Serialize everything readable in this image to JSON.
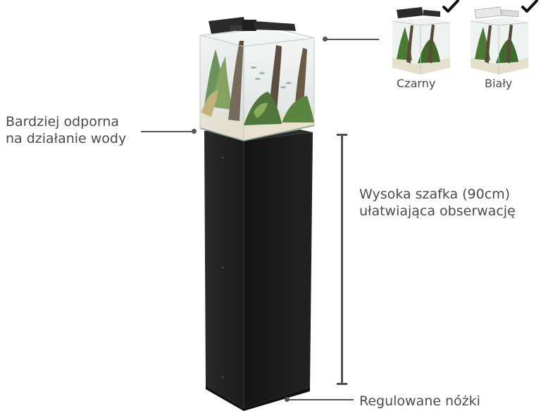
{
  "labels": {
    "water_resistant": [
      "Bardziej odporna",
      "na działanie wody"
    ],
    "tall_cabinet": [
      "Wysoka szafka (90cm)",
      "ułatwiająca obserwację"
    ],
    "adjustable_feet": "Regulowane nóżki"
  },
  "color_options": [
    {
      "name": "Czarny",
      "selected": true
    },
    {
      "name": "Biały",
      "selected": true
    }
  ],
  "colors": {
    "cabinet": "#1c1c1c",
    "cabinet_edge": "#2e2e2e",
    "glass": "#dfe8e6",
    "sand": "#e9e3d2",
    "plants": "#3f6b2a",
    "wood": "#5a4a36",
    "lamp": "#2a2a2a",
    "leader": "#555555",
    "text": "#4b4b4b"
  },
  "icons": [
    "checkmark-icon"
  ]
}
